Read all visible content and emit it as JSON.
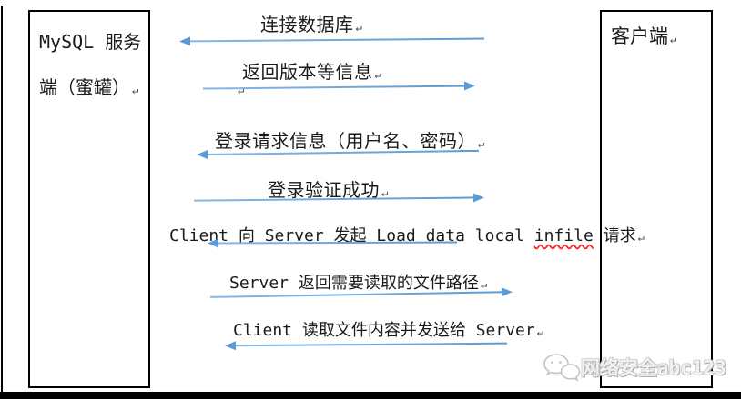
{
  "diagram_title": "MySQL honeypot LOAD DATA LOCAL INFILE sequence",
  "actors": {
    "server": {
      "line1": "MySQL 服务",
      "line2": "端（蜜罐）"
    },
    "client": {
      "label": "客户端"
    }
  },
  "return_mark": "↵",
  "messages": [
    {
      "text": "连接数据库",
      "direction": "left",
      "from": "client",
      "to": "server"
    },
    {
      "text": "返回版本等信息",
      "direction": "right",
      "from": "server",
      "to": "client"
    },
    {
      "text": "登录请求信息（用户名、密码）",
      "direction": "left",
      "from": "client",
      "to": "server"
    },
    {
      "text": "登录验证成功",
      "direction": "right",
      "from": "server",
      "to": "client"
    },
    {
      "prefix": "Client 向 Server 发起 Load data local ",
      "misspelled": "infile",
      "suffix": " 请求",
      "direction": "left",
      "from": "client",
      "to": "server"
    },
    {
      "text": "Server 返回需要读取的文件路径",
      "direction": "right",
      "from": "server",
      "to": "client"
    },
    {
      "text": "Client 读取文件内容并发送给 Server",
      "direction": "left",
      "from": "client",
      "to": "server"
    }
  ],
  "watermark": {
    "text": "网络安全abc123",
    "icon": "chat-bubbles-icon"
  },
  "colors": {
    "arrow": "#5b9bd5",
    "spell_underline": "#ff2222",
    "box_border": "#000000",
    "page_edge": "#000000",
    "watermark_text": "#f1f1f1",
    "text": "#1a1a1a"
  }
}
